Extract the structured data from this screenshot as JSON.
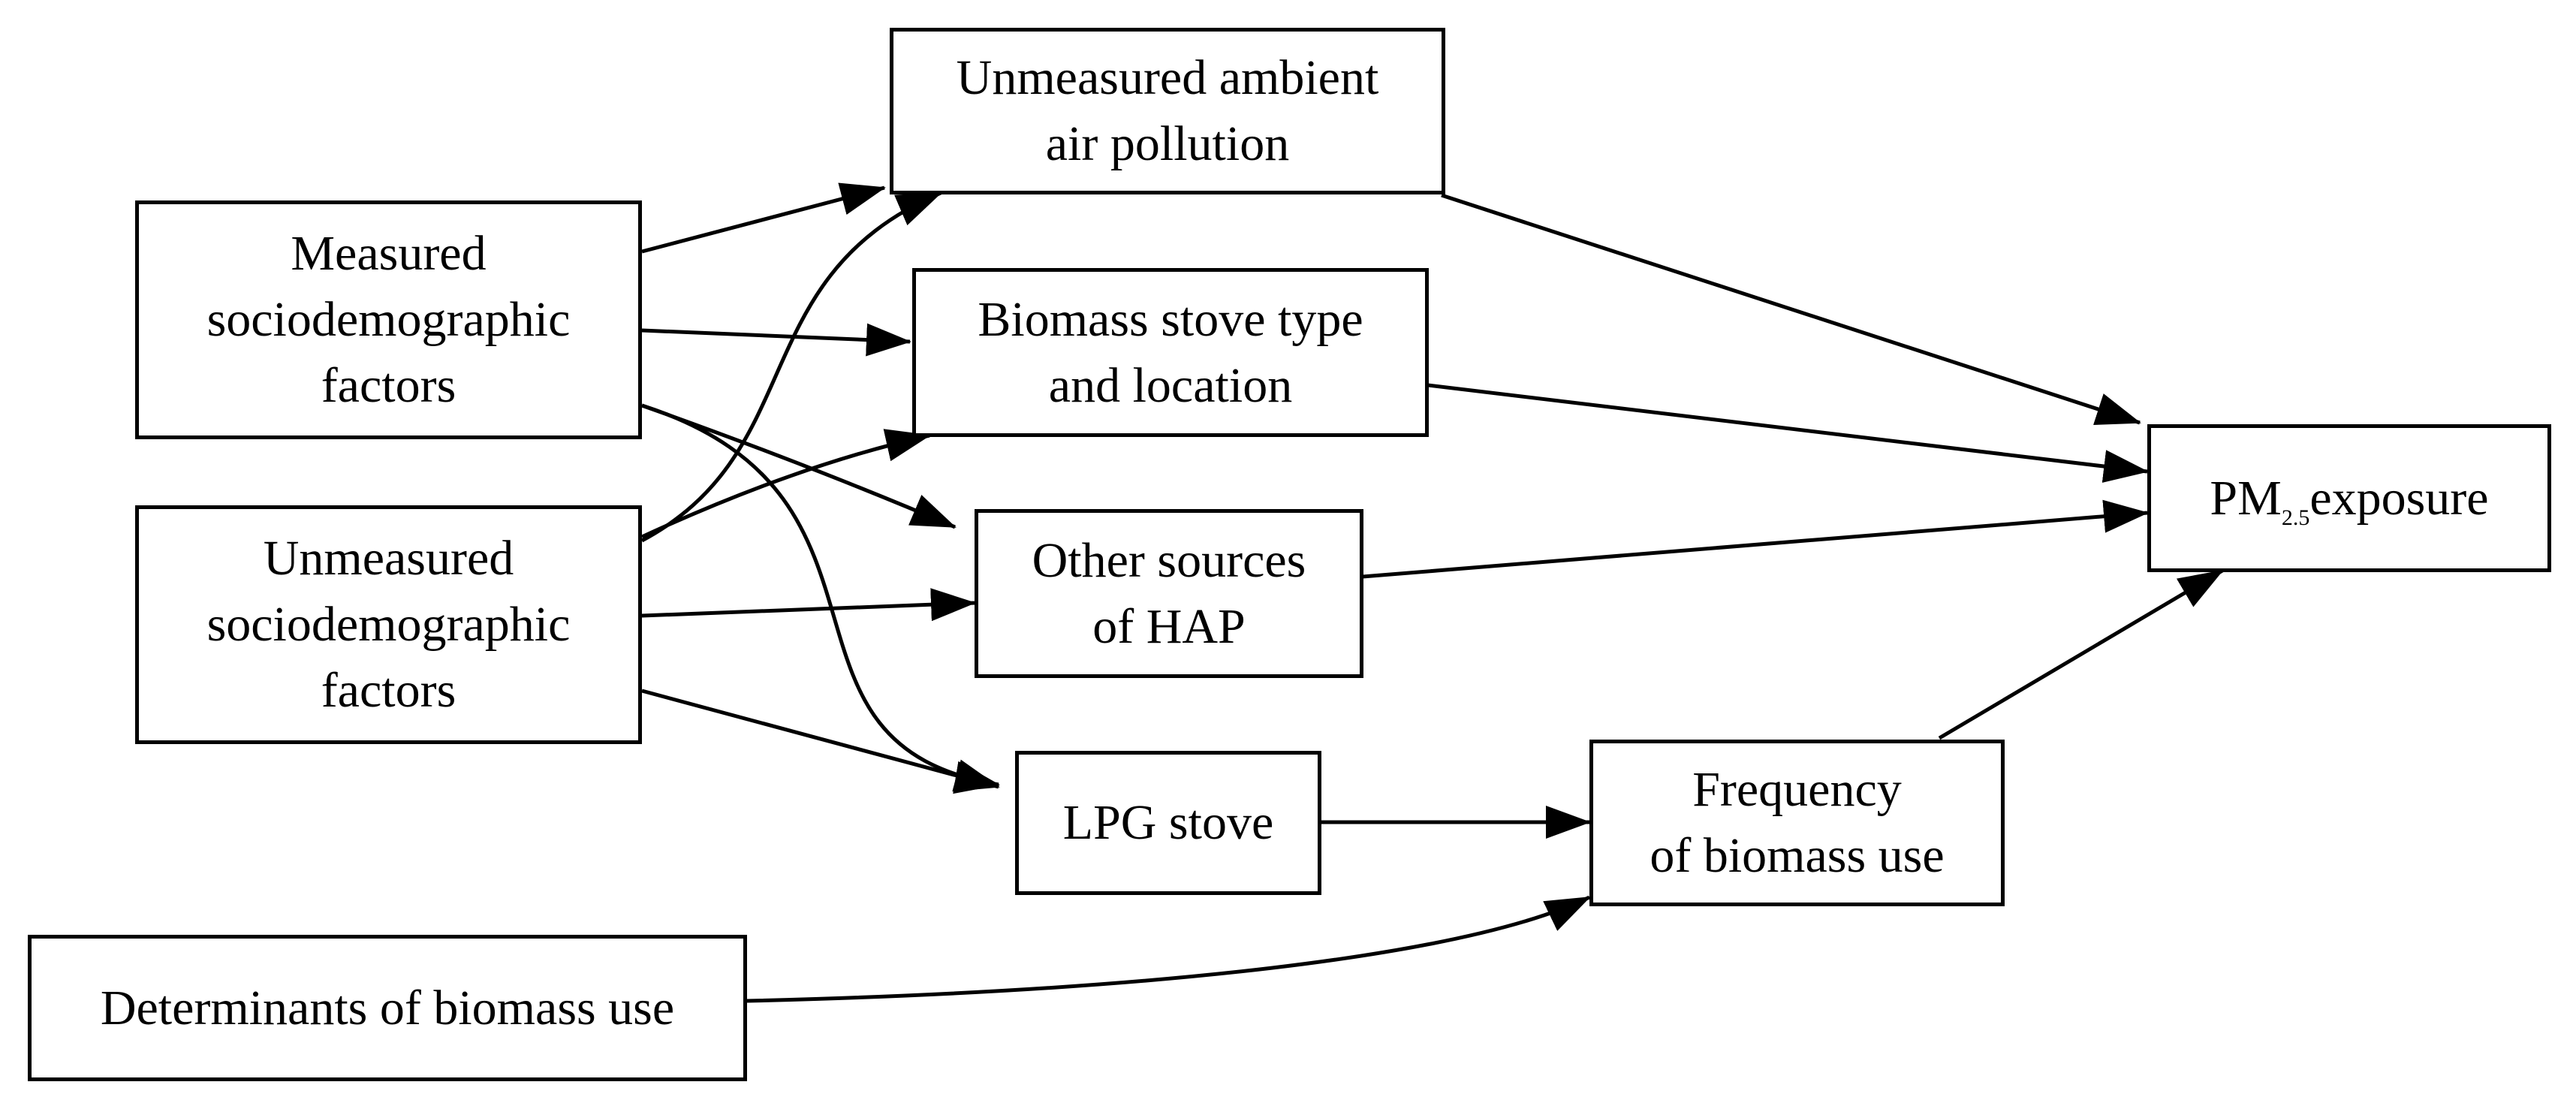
{
  "nodes": {
    "ambient": {
      "line1": "Unmeasured ambient",
      "line2": "air pollution"
    },
    "measured": {
      "line1": "Measured",
      "line2": "sociodemographic",
      "line3": "factors"
    },
    "stove_type": {
      "line1": "Biomass stove type",
      "line2": "and location"
    },
    "unmeasured": {
      "line1": "Unmeasured",
      "line2": "sociodemographic",
      "line3": "factors"
    },
    "other_sources": {
      "line1": "Other sources",
      "line2": "of HAP"
    },
    "pm25": {
      "prefix": "PM",
      "subscript": "2.5",
      "suffix": "exposure"
    },
    "lpg": {
      "label": "LPG stove"
    },
    "frequency": {
      "line1": "Frequency",
      "line2": "of biomass use"
    },
    "determinants": {
      "label": "Determinants of biomass use"
    }
  },
  "edges": [
    {
      "from": "measured",
      "to": "ambient"
    },
    {
      "from": "measured",
      "to": "stove_type"
    },
    {
      "from": "measured",
      "to": "other_sources"
    },
    {
      "from": "measured",
      "to": "lpg"
    },
    {
      "from": "unmeasured",
      "to": "ambient"
    },
    {
      "from": "unmeasured",
      "to": "stove_type"
    },
    {
      "from": "unmeasured",
      "to": "other_sources"
    },
    {
      "from": "unmeasured",
      "to": "lpg"
    },
    {
      "from": "ambient",
      "to": "pm25"
    },
    {
      "from": "stove_type",
      "to": "pm25"
    },
    {
      "from": "other_sources",
      "to": "pm25"
    },
    {
      "from": "frequency",
      "to": "pm25"
    },
    {
      "from": "lpg",
      "to": "frequency"
    },
    {
      "from": "determinants",
      "to": "frequency"
    }
  ],
  "colors": {
    "stroke": "#000000",
    "background": "#ffffff"
  }
}
